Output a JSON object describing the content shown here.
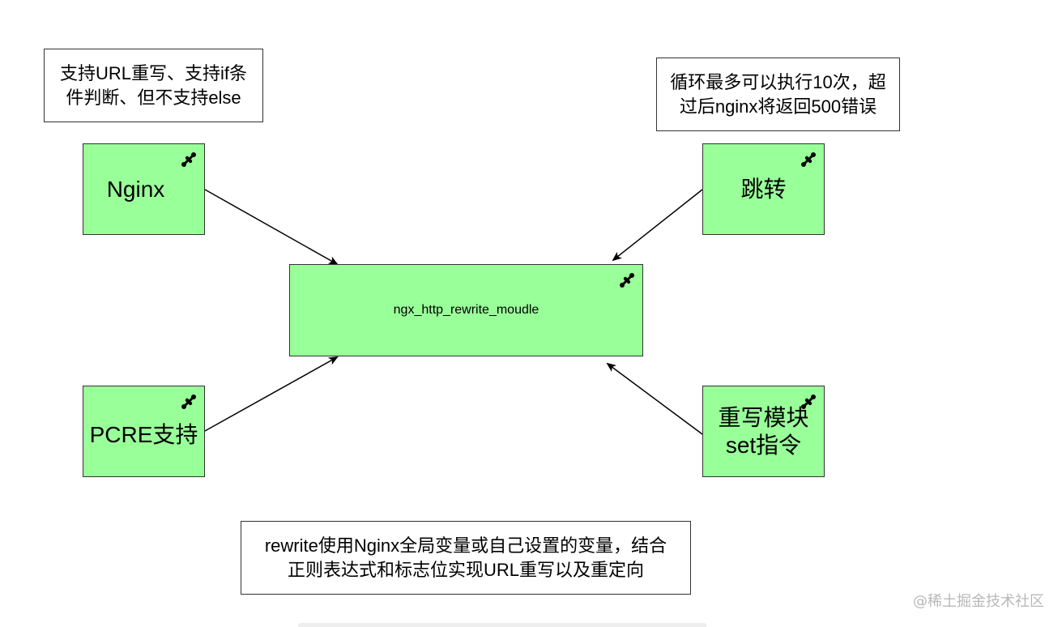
{
  "nodes": {
    "nginx": "Nginx",
    "jump": "跳转",
    "module": "ngx_http_rewrite_moudle",
    "pcre": "PCRE支持",
    "rewrite_set": "重写模块\nset指令"
  },
  "notes": {
    "top_left": "支持URL重写、支持if条\n件判断、但不支持else",
    "top_right": "循环最多可以执行10次，超\n过后nginx将返回500错误",
    "bottom": "rewrite使用Nginx全局变量或自己设置的变量，结合\n正则表达式和标志位实现URL重写以及重定向"
  },
  "watermark": "@稀土掘金技术社区",
  "icons": {
    "node_badge": "link-icon",
    "arrow": "arrowhead"
  },
  "colors": {
    "node_fill": "#99ff99",
    "stroke": "#333333",
    "edge": "#000000"
  }
}
